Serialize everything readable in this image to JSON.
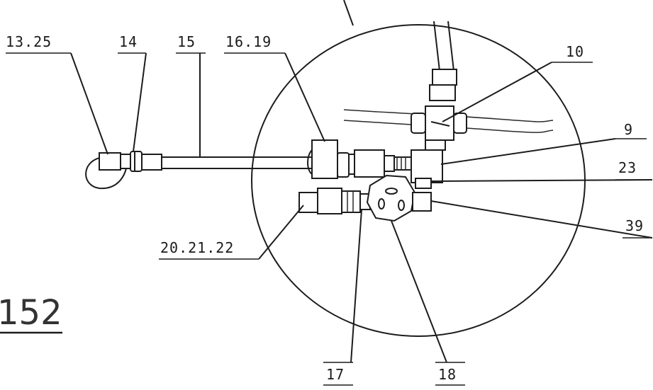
{
  "callouts": {
    "c13_25": "13.25",
    "c14": "14",
    "c15": "15",
    "c16_19": "16.19",
    "c10": "10",
    "c9": "9",
    "c23": "23",
    "c39": "39",
    "c20_21_22": "20.21.22",
    "c17": "17",
    "c18": "18"
  },
  "sheet_number": "152"
}
